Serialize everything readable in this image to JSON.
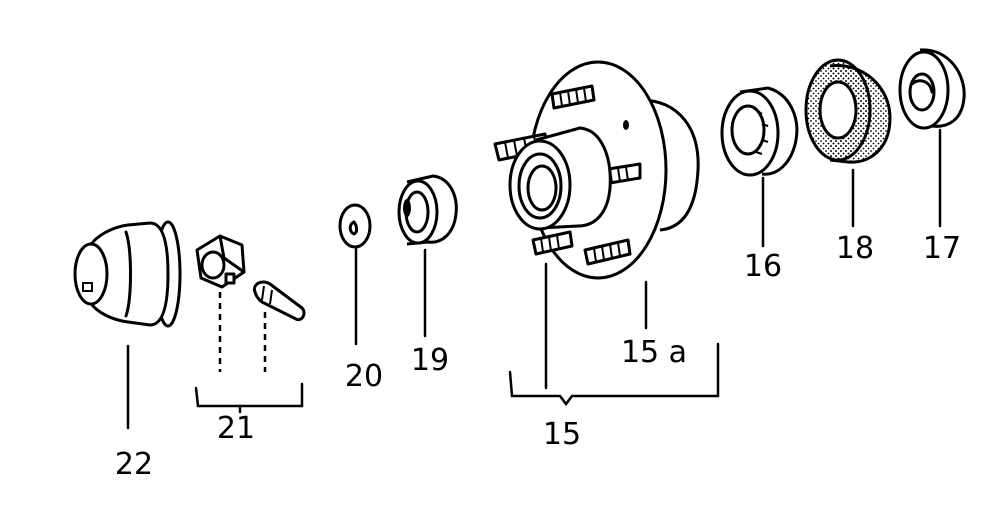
{
  "callouts": {
    "c22": "22",
    "c21": "21",
    "c20": "20",
    "c19": "19",
    "c15": "15",
    "c15a": "15 a",
    "c16": "16",
    "c18": "18",
    "c17": "17"
  }
}
